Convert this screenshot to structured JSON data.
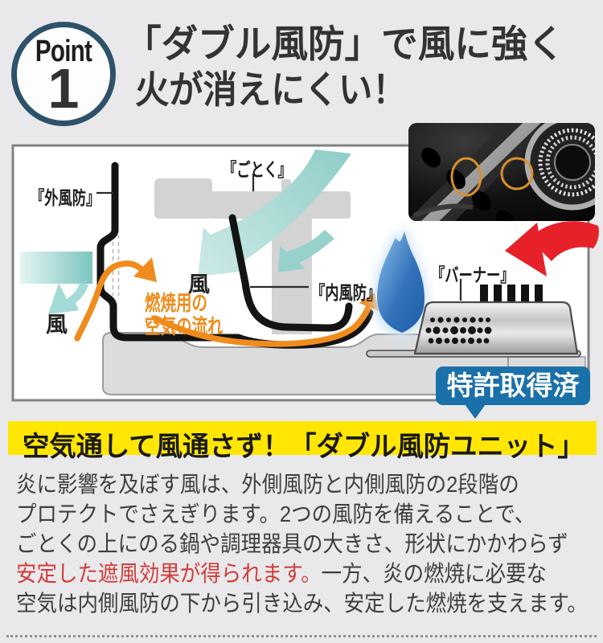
{
  "point_badge": {
    "label": "Point",
    "number": "1"
  },
  "title": {
    "line1": "「ダブル風防」で風に強く",
    "line2": "火が消えにくい！"
  },
  "diagram": {
    "labels": {
      "outer_windbreak": "『外風防』",
      "trivet": "『ごとく』",
      "inner_windbreak": "『内風防』",
      "burner": "『バーナー』",
      "wind_left": "風",
      "wind_center": "風",
      "airflow_line1": "燃焼用の",
      "airflow_line2": "空気の流れ"
    },
    "patent_badge": "特許取得済"
  },
  "subheading": "空気通して風通さず！「ダブル風防ユニット」",
  "body": {
    "line1": "炎に影響を及ぼす風は、外側風防と内側風防の2段階の",
    "line2": "プロテクトでさえぎります。2つの風防を備えることで、",
    "line3": "ごとくの上にのる鍋や調理器具の大きさ、形状にかかわらず",
    "line4_red": "安定した遮風効果が得られます。",
    "line4_rest": "一方、炎の燃焼に必要な",
    "line5": "空気は内側風防の下から引き込み、安定した燃焼を支えます。"
  },
  "colors": {
    "accent_yellow": "#ffe604",
    "badge_blue": "#1a70a9",
    "highlight_red": "#d13c38",
    "airflow_orange": "#ee8b1a",
    "wind_teal": "#7fc6c0"
  }
}
